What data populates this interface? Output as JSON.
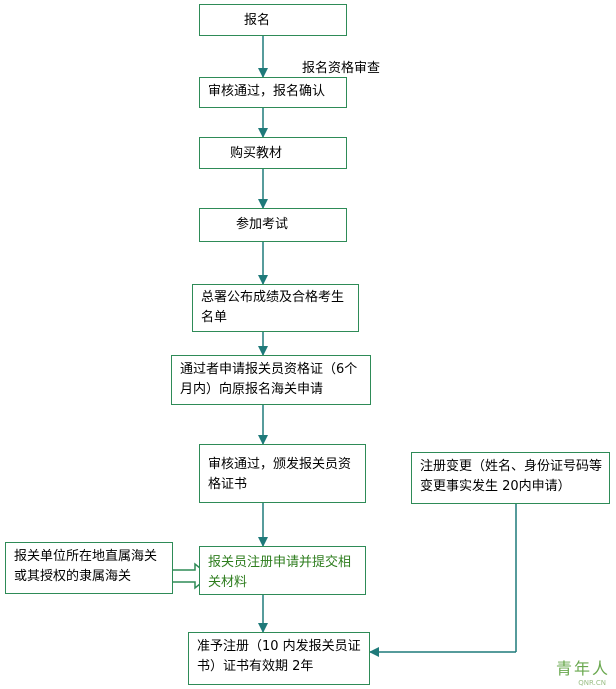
{
  "flow": {
    "step1": "报名",
    "step1_note": "报名资格审查",
    "step2": "审核通过，报名确认",
    "step3": "购买教材",
    "step4": "参加考试",
    "step5": "总署公布成绩及合格考生名单",
    "step6": "通过者申请报关员资格证（6个月内）向原报名海关申请",
    "step7": "审核通过，颁发报关员资格证书",
    "step8": "报关员注册申请并提交相关材料",
    "step9": "准予注册（10 内发报关员证书）证书有效期 2年"
  },
  "side": {
    "left": "报关单位所在地直属海关或其授权的隶属海关",
    "right": "注册变更（姓名、身份证号码等变更事实发生 20内申请）"
  },
  "colors": {
    "border": "#2e8b57",
    "arrow": "#1f7a7a",
    "green_text": "#2e7d1e"
  },
  "watermark": {
    "main": "青年人",
    "sub": "QNR.CN"
  }
}
